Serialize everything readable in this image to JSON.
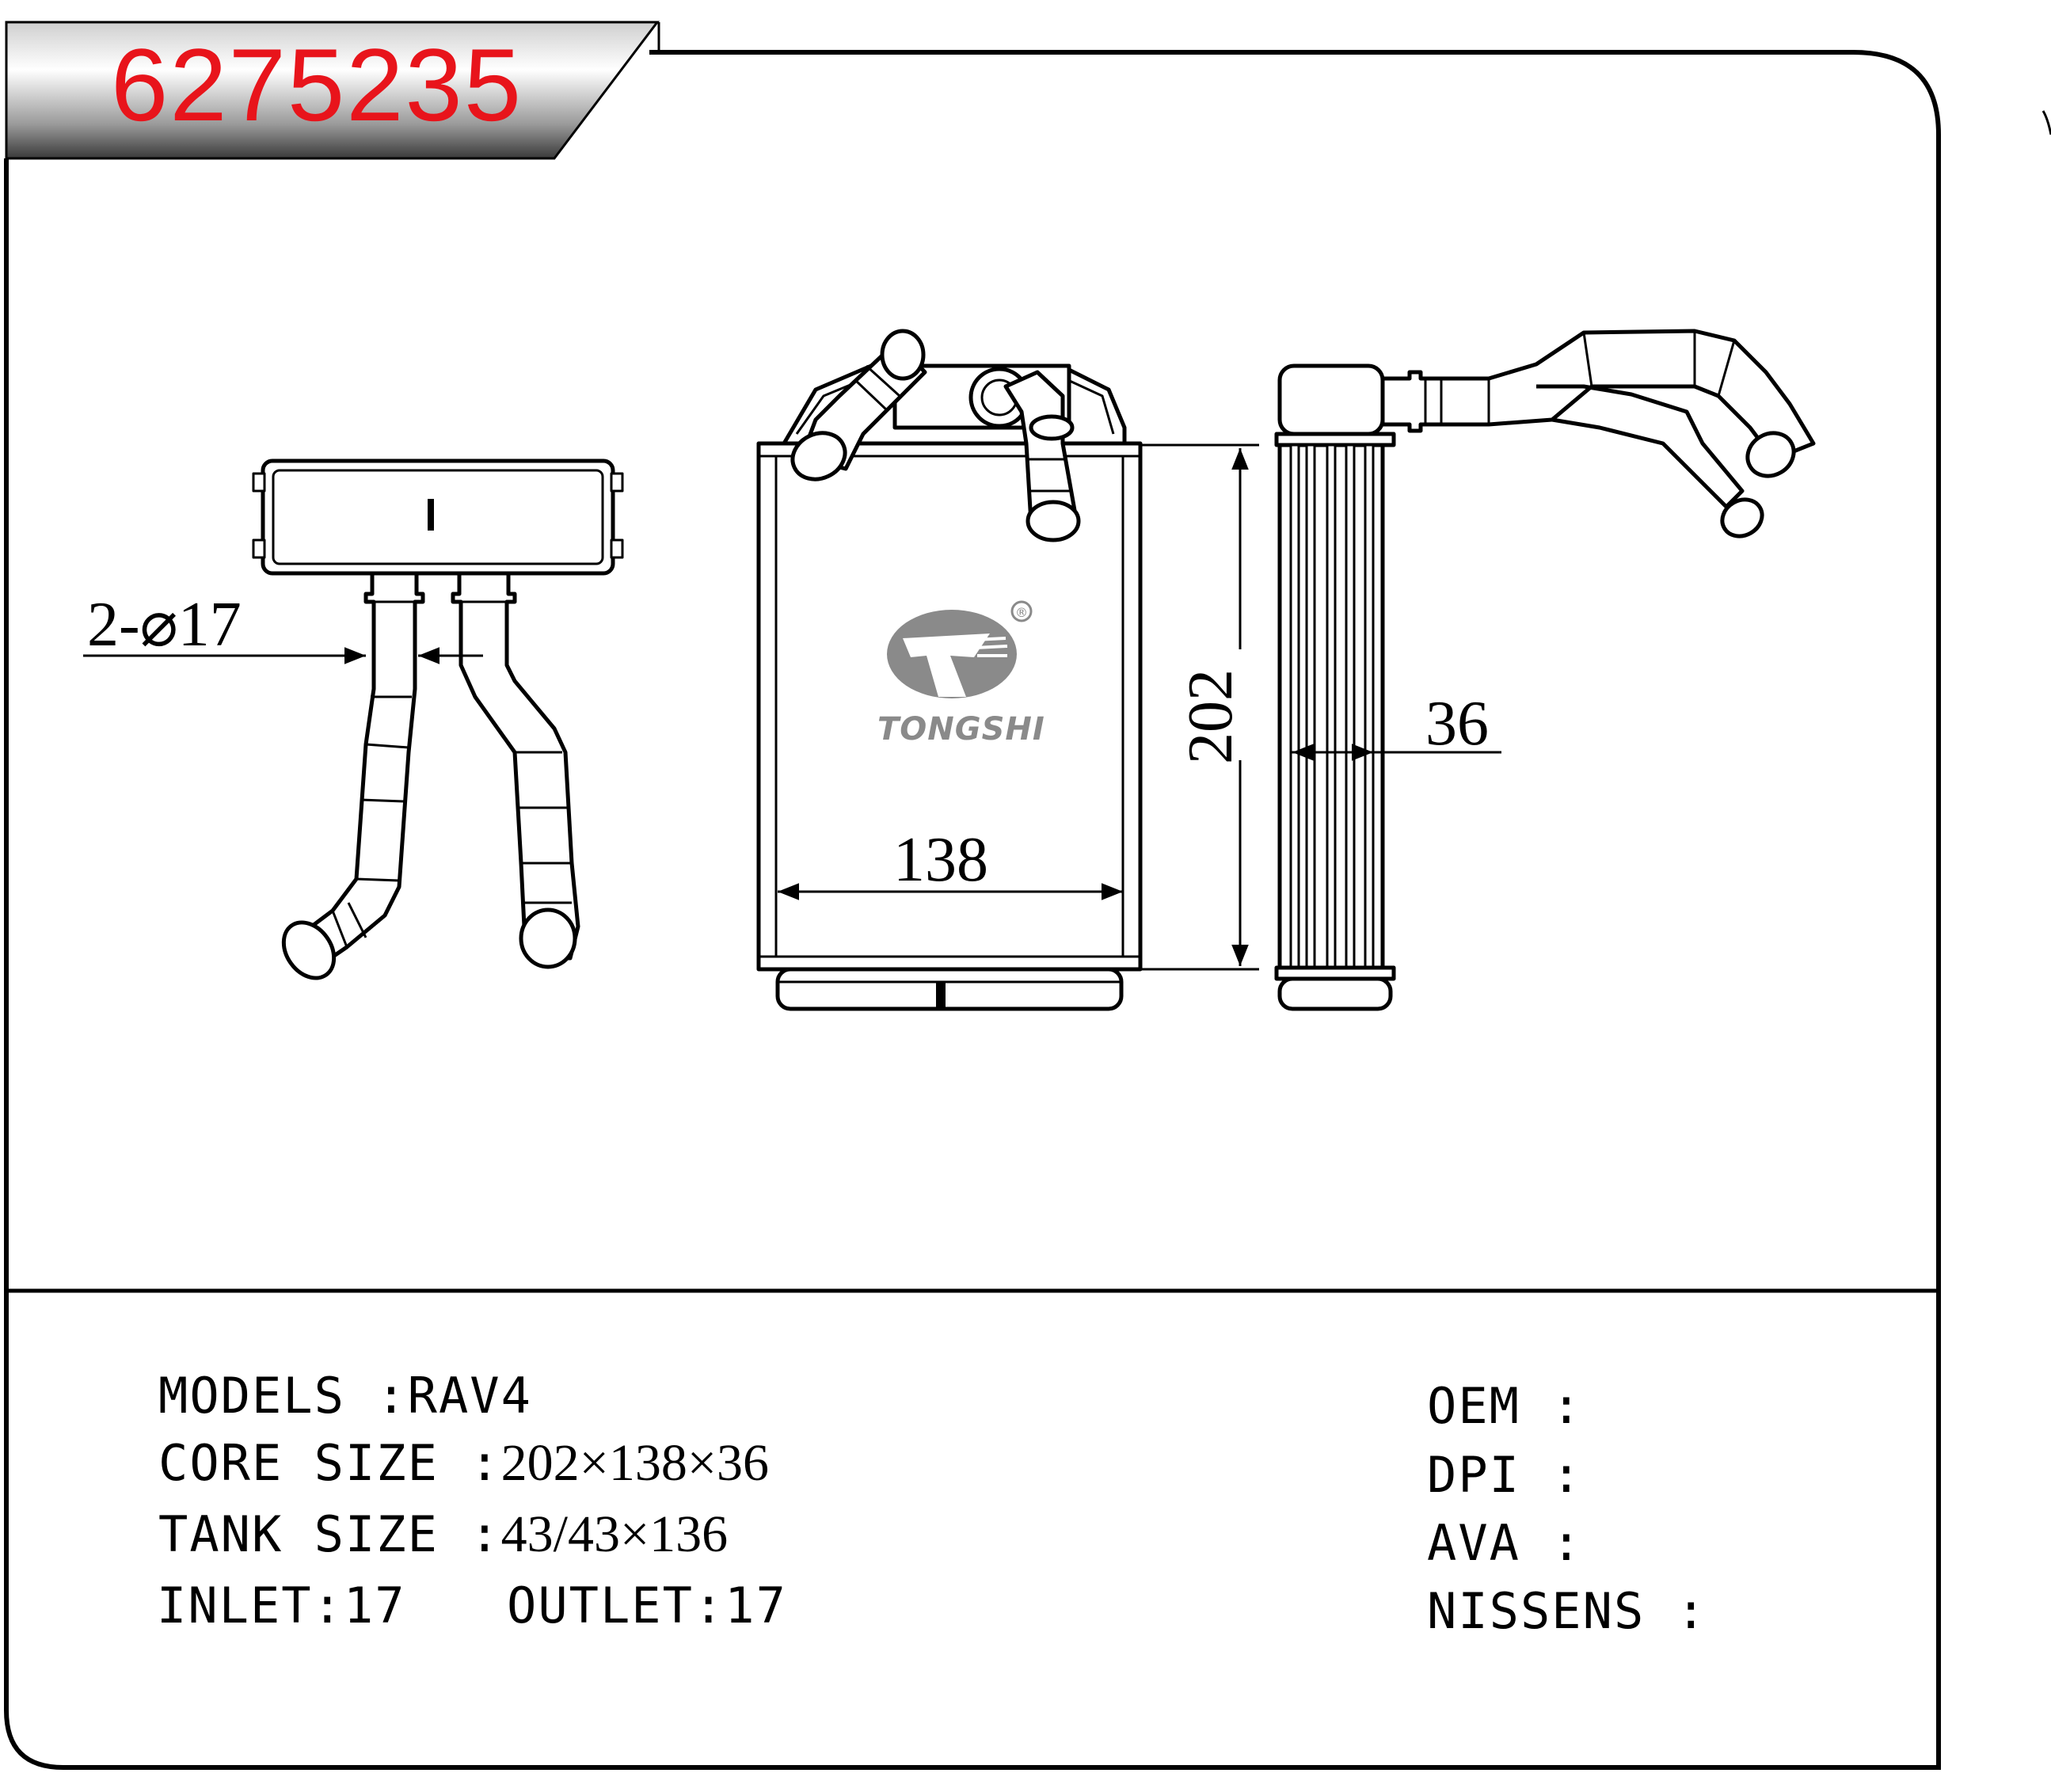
{
  "part_number": "6275235",
  "brand": {
    "name": "TONGSHI",
    "mark": "®"
  },
  "dimensions": {
    "inlet_outlet_dia": "2-⌀17",
    "height": "202",
    "width": "138",
    "depth": "36"
  },
  "specs": {
    "models_label": "MODELS :",
    "models_value": "RAV4",
    "core_label": "CORE SIZE :",
    "core_value": "202×138×36",
    "tank_label": "TANK SIZE :",
    "tank_value": "43/43×136",
    "inlet_label": "INLET:",
    "inlet_value": "17",
    "outlet_label": "OUTLET:",
    "outlet_value": "17"
  },
  "cross_refs": {
    "oem": "OEM :",
    "dpi": "DPI :",
    "ava": "AVA :",
    "nissens": "NISSENS :"
  },
  "colors": {
    "part_number": "#e8141b",
    "line": "#000000",
    "logo": "#8a8a8a"
  }
}
